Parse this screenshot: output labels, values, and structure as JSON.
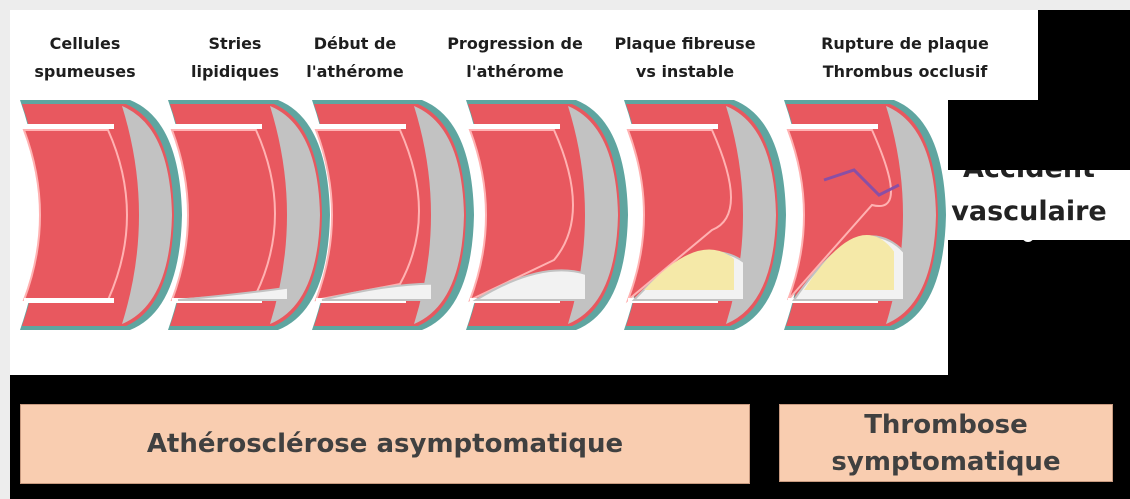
{
  "stages": [
    {
      "line1": "Cellules",
      "line2": "spumeuses"
    },
    {
      "line1": "Stries",
      "line2": "lipidiques"
    },
    {
      "line1": "Début de",
      "line2": "l'athérome"
    },
    {
      "line1": "Progression de",
      "line2": "l'athérome"
    },
    {
      "line1": "Plaque fibreuse",
      "line2": "vs instable"
    },
    {
      "line1": "Rupture de plaque",
      "line2": "Thrombus occlusif"
    }
  ],
  "outcome": {
    "line1": "Accident",
    "line2": "vasculaire"
  },
  "phases": {
    "left": "Athérosclérose asymptomatique",
    "right_line1": "Thrombose",
    "right_line2": "symptomatique"
  },
  "colors": {
    "vessel_red": "#e8585f",
    "vessel_highlight": "#ffb2b2",
    "adventitia_teal": "#5fa5a0",
    "plaque_grey": "#c2c2c2",
    "lipid_yellow": "#f5e9a8",
    "thrombus_purple": "#8a4fa5",
    "phase_box_fill": "#f9cdb0"
  }
}
